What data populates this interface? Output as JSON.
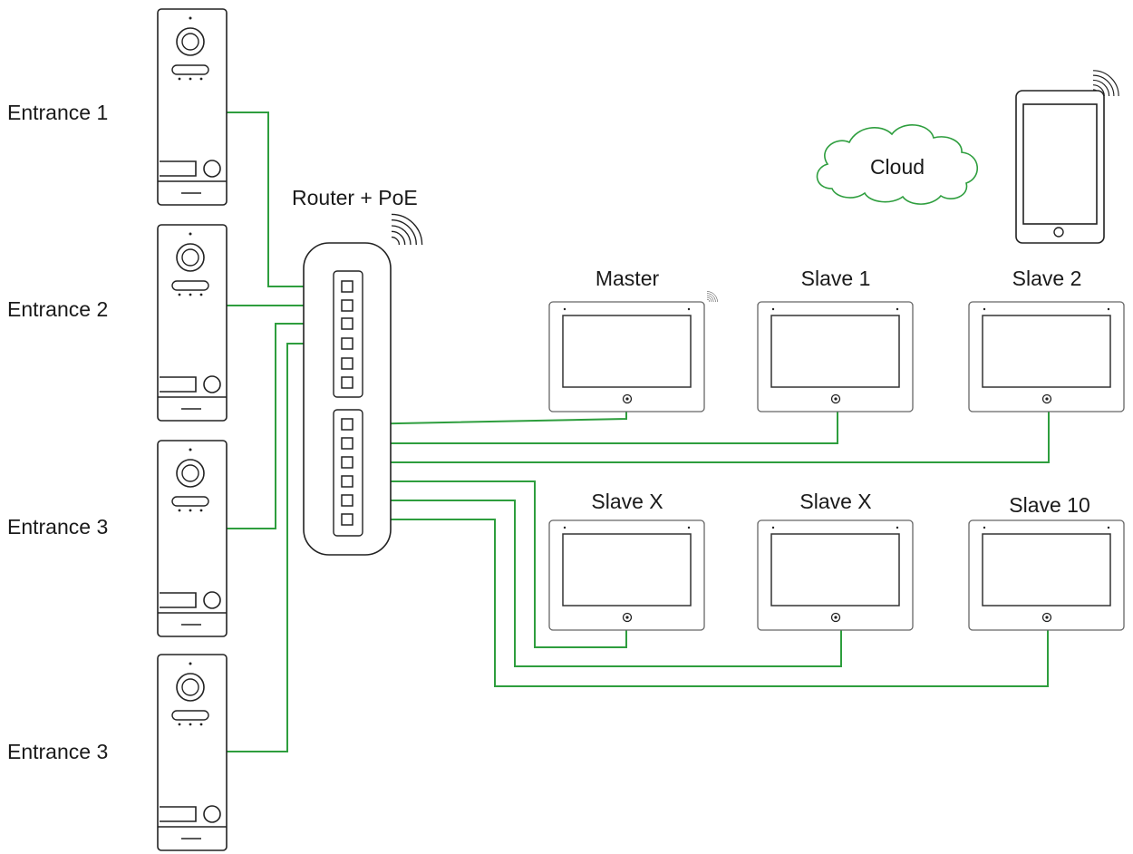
{
  "colors": {
    "cable": "#2e9e3e",
    "outline": "#222222",
    "screen": "#333333",
    "background": "#ffffff"
  },
  "entrances": [
    {
      "label": "Entrance 1",
      "icon": "door-station-icon"
    },
    {
      "label": "Entrance 2",
      "icon": "door-station-icon"
    },
    {
      "label": "Entrance 3",
      "icon": "door-station-icon"
    },
    {
      "label": "Entrance 3",
      "icon": "door-station-icon"
    }
  ],
  "router": {
    "label": "Router + PoE",
    "icon": "router-icon",
    "wifi_icon": "wifi-signal-icon"
  },
  "cloud": {
    "label": "Cloud",
    "icon": "cloud-icon"
  },
  "phone": {
    "icon": "smartphone-icon",
    "wifi_icon": "wifi-signal-icon"
  },
  "monitors": [
    {
      "label": "Master",
      "icon": "monitor-icon",
      "wifi": true
    },
    {
      "label": "Slave 1",
      "icon": "monitor-icon"
    },
    {
      "label": "Slave 2",
      "icon": "monitor-icon"
    },
    {
      "label": "Slave X",
      "icon": "monitor-icon"
    },
    {
      "label": "Slave X",
      "icon": "monitor-icon"
    },
    {
      "label": "Slave 10",
      "icon": "monitor-icon"
    }
  ]
}
